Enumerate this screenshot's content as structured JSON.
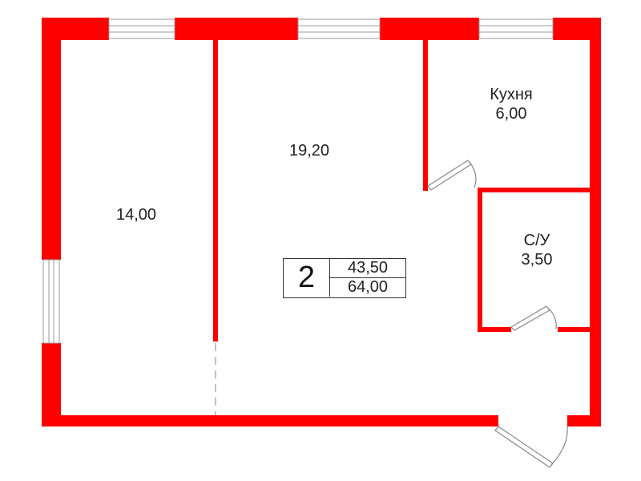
{
  "colors": {
    "wall": "#ff0000",
    "text": "#222222",
    "line": "#999999"
  },
  "rooms": [
    {
      "id": "room-1",
      "name": "",
      "area": "14,00"
    },
    {
      "id": "room-2",
      "name": "",
      "area": "19,20"
    },
    {
      "id": "kitchen",
      "name": "Кухня",
      "area": "6,00"
    },
    {
      "id": "bathroom",
      "name": "С/У",
      "area": "3,50"
    }
  ],
  "summary": {
    "rooms_count": "2",
    "living_area": "43,50",
    "total_area": "64,00"
  }
}
